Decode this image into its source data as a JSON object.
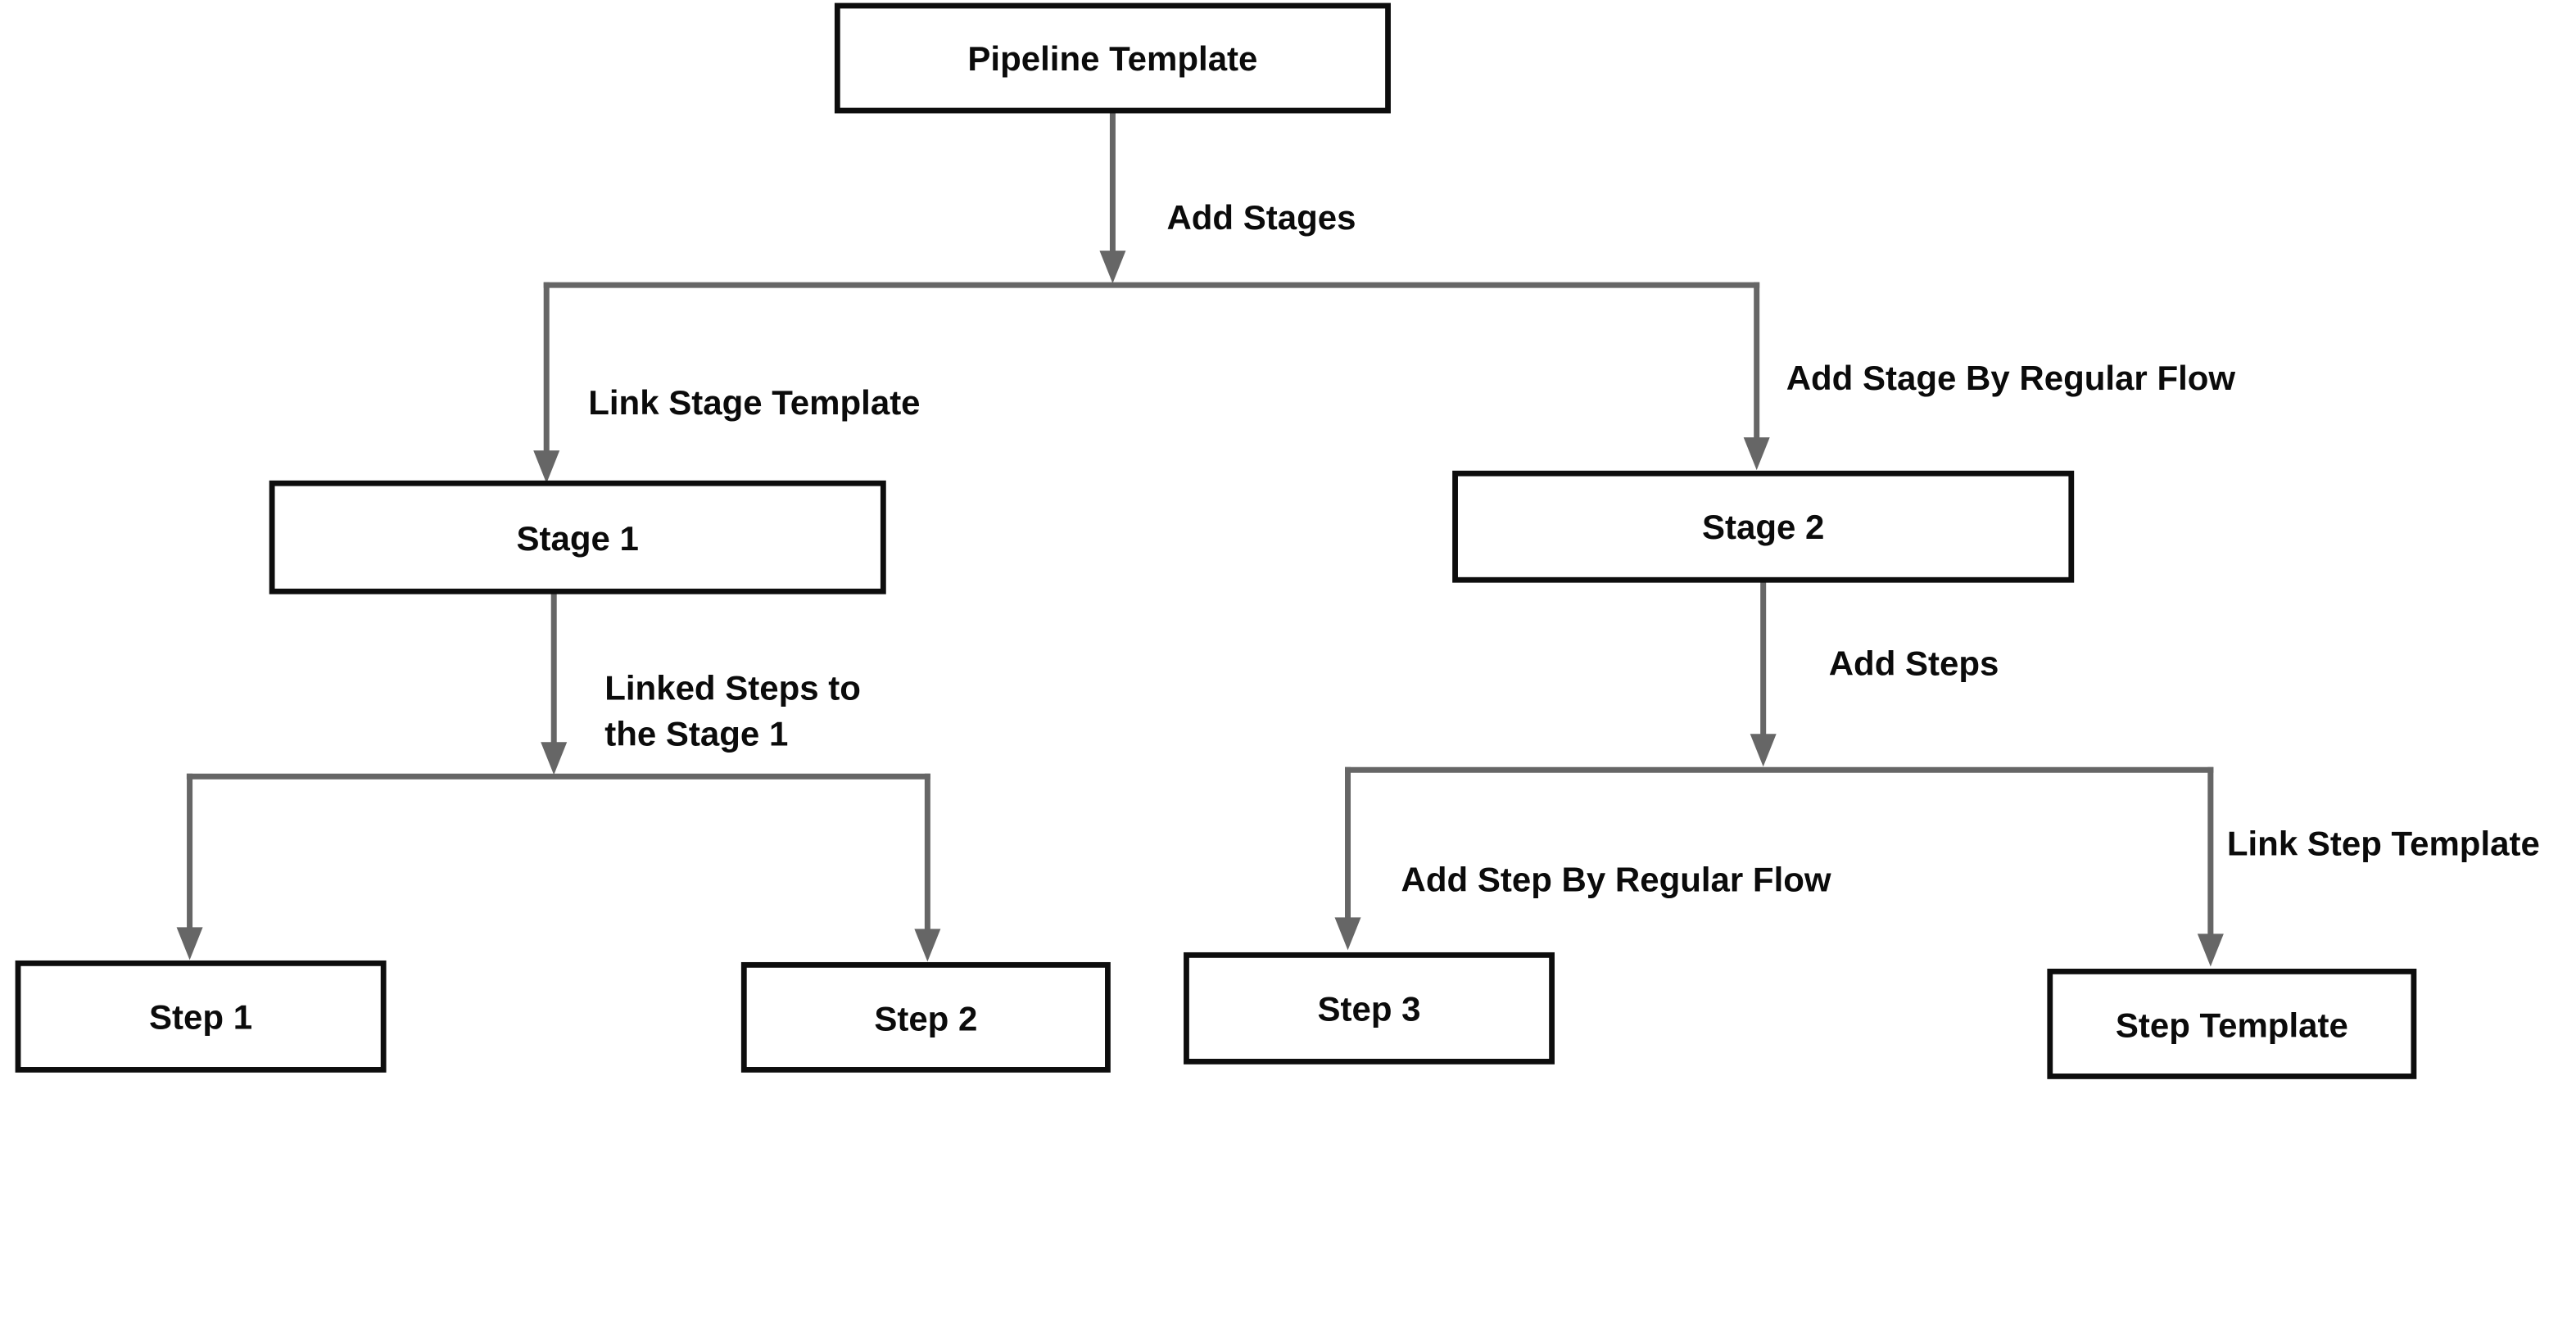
{
  "diagram": {
    "colors": {
      "background": "#ffffff",
      "node_fill": "#ffffff",
      "node_border": "#0d0d0d",
      "connector": "#666666",
      "text": "#0b0b0b"
    },
    "nodes": {
      "pipeline": {
        "label": "Pipeline Template"
      },
      "stage1": {
        "label": "Stage 1"
      },
      "stage2": {
        "label": "Stage 2"
      },
      "step1": {
        "label": "Step 1"
      },
      "step2": {
        "label": "Step 2"
      },
      "step3": {
        "label": "Step 3"
      },
      "step_template": {
        "label": "Step Template"
      }
    },
    "edge_labels": {
      "add_stages": "Add Stages",
      "link_stage_template": "Link Stage Template",
      "add_stage_by_regular_flow": "Add Stage By Regular Flow",
      "linked_steps_line1": "Linked Steps to",
      "linked_steps_line2": "the Stage 1",
      "add_steps": "Add Steps",
      "add_step_by_regular_flow": "Add Step By Regular Flow",
      "link_step_template": "Link Step Template"
    }
  }
}
